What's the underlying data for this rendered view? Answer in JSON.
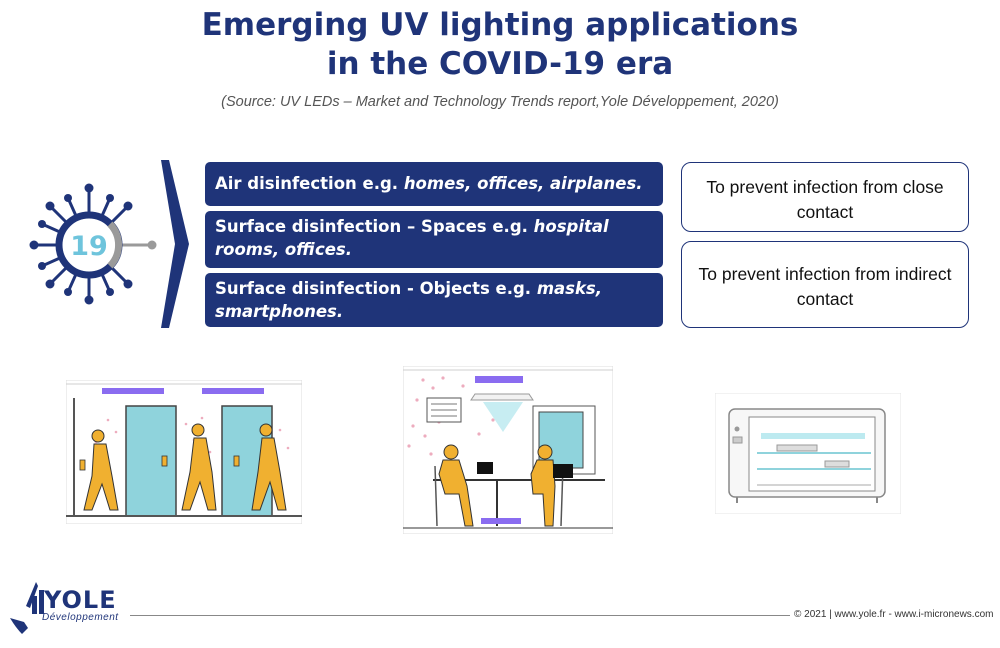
{
  "header": {
    "title_line1": "Emerging UV lighting applications",
    "title_line2": "in the COVID-19 era",
    "source": "(Source:  UV LEDs – Market and Technology Trends report,Yole Développement, 2020)"
  },
  "badge": {
    "number": "19"
  },
  "applications": [
    {
      "prefix": "Air disinfection e.g. ",
      "examples": "homes, offices, airplanes."
    },
    {
      "prefix": "Surface disinfection – Spaces e.g. ",
      "examples": "hospital rooms, offices."
    },
    {
      "prefix": "Surface disinfection - Objects e.g. ",
      "examples": "masks, smartphones."
    }
  ],
  "purposes": [
    {
      "text": "To prevent infection from close contact"
    },
    {
      "text": "To prevent infection from indirect contact"
    }
  ],
  "illustrations": [
    "walking-people-doors-illustration",
    "office-air-disinfection-illustration",
    "uv-box-object-disinfection-illustration"
  ],
  "footer": {
    "logo_word": "YOLE",
    "logo_sub": "Développement",
    "copyright": "© 2021 | www.yole.fr - www.i-micronews.com"
  },
  "colors": {
    "navy": "#1f3479",
    "uv_purple": "#8a6cf0",
    "door_cyan": "#8fd3dc",
    "figure_orange": "#f0b030"
  }
}
